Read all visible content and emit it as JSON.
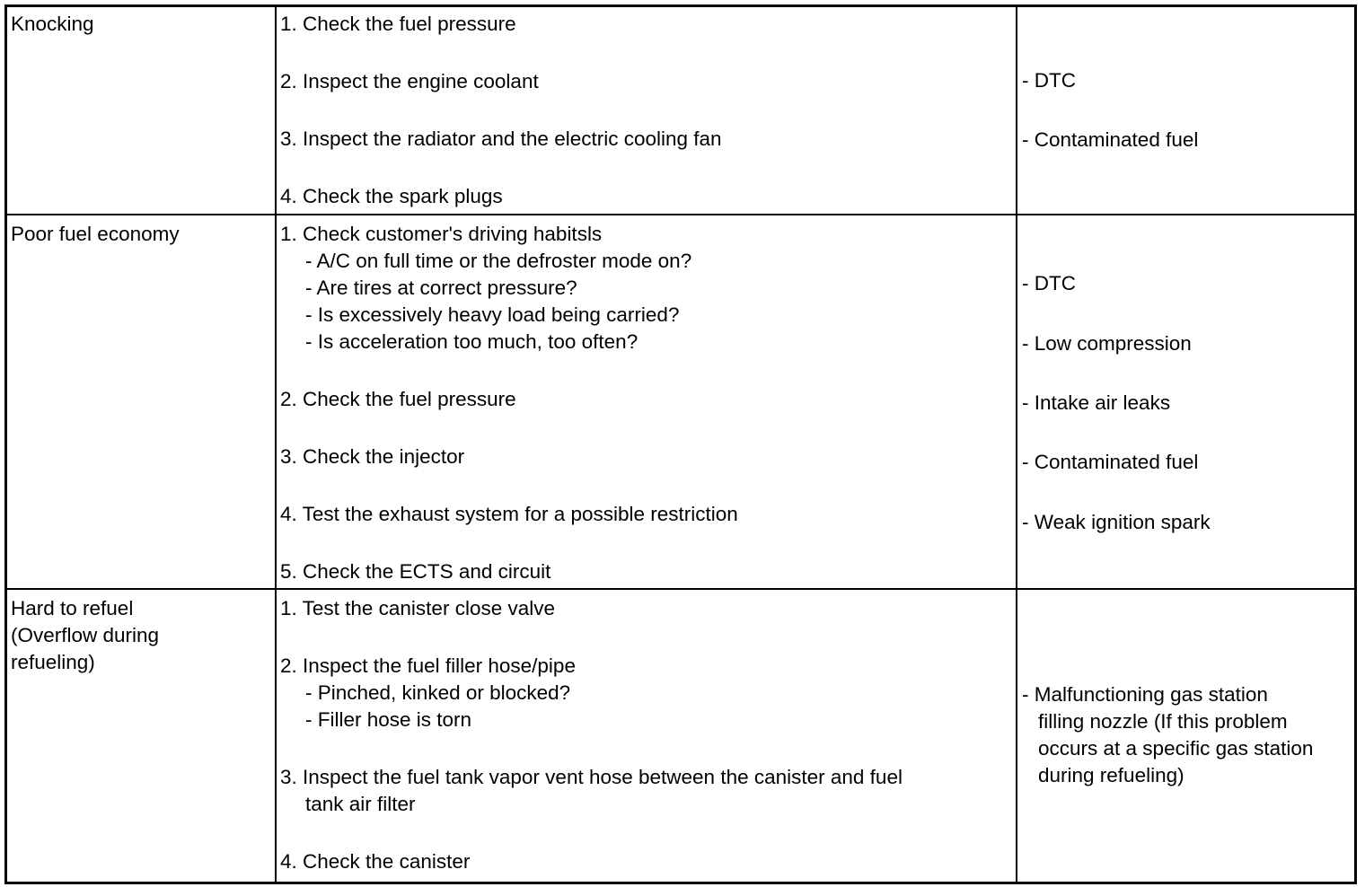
{
  "rows": [
    {
      "symptom": [
        "Knocking"
      ],
      "procedures": [
        "1. Check the fuel pressure",
        "2. Inspect the engine coolant",
        "3. Inspect the radiator and the electric cooling fan",
        "4. Check the spark plugs"
      ],
      "causes": [
        "- DTC",
        "- Contaminated fuel"
      ]
    },
    {
      "symptom": [
        "Poor fuel economy"
      ],
      "procedures": [
        "1. Check customer's driving habitsls",
        "- A/C on full time or the defroster mode on?",
        "- Are tires at correct pressure?",
        "- Is excessively heavy load being carried?",
        "- Is acceleration too much, too often?",
        "2. Check the fuel pressure",
        "3. Check the injector",
        "4. Test the exhaust system for a possible restriction",
        "5. Check the ECTS and circuit"
      ],
      "causes": [
        "- DTC",
        "- Low compression",
        "- Intake air leaks",
        "- Contaminated fuel",
        "- Weak ignition spark"
      ]
    },
    {
      "symptom": [
        "Hard to refuel",
        "(Overflow during",
        "refueling)"
      ],
      "procedures": [
        "1. Test the canister close valve",
        "2. Inspect the fuel filler hose/pipe",
        "- Pinched, kinked or blocked?",
        "- Filler hose is torn",
        "3. Inspect the fuel tank vapor vent hose between the canister and fuel",
        "tank air filter",
        "4. Check the canister"
      ],
      "causes": [
        "- Malfunctioning gas station",
        "filling nozzle (If this problem",
        "occurs at a specific gas station",
        "during refueling)"
      ]
    }
  ]
}
